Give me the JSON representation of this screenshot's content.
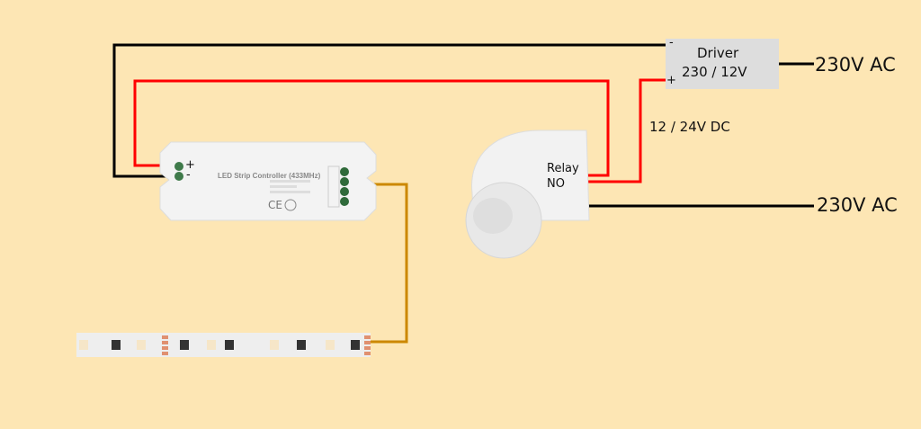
{
  "driver": {
    "title": "Driver",
    "rating": "230 / 12V",
    "minus_label": "-",
    "plus_label": "+"
  },
  "mains_labels": {
    "driver_input": "230V AC",
    "sensor_input": "230V AC"
  },
  "dc_label": "12 / 24V DC",
  "sensor": {
    "relay_label": "Relay",
    "contact_label": "NO"
  },
  "controller": {
    "title": "LED Strip Controller (433MHz)",
    "plus_label": "+",
    "minus_label": "-"
  },
  "colors": {
    "background": "#fde6b4",
    "negative_wire": "#000000",
    "positive_wire": "#ff0000",
    "output_wire": "#cc8800",
    "driver_box": "#dddddd"
  }
}
